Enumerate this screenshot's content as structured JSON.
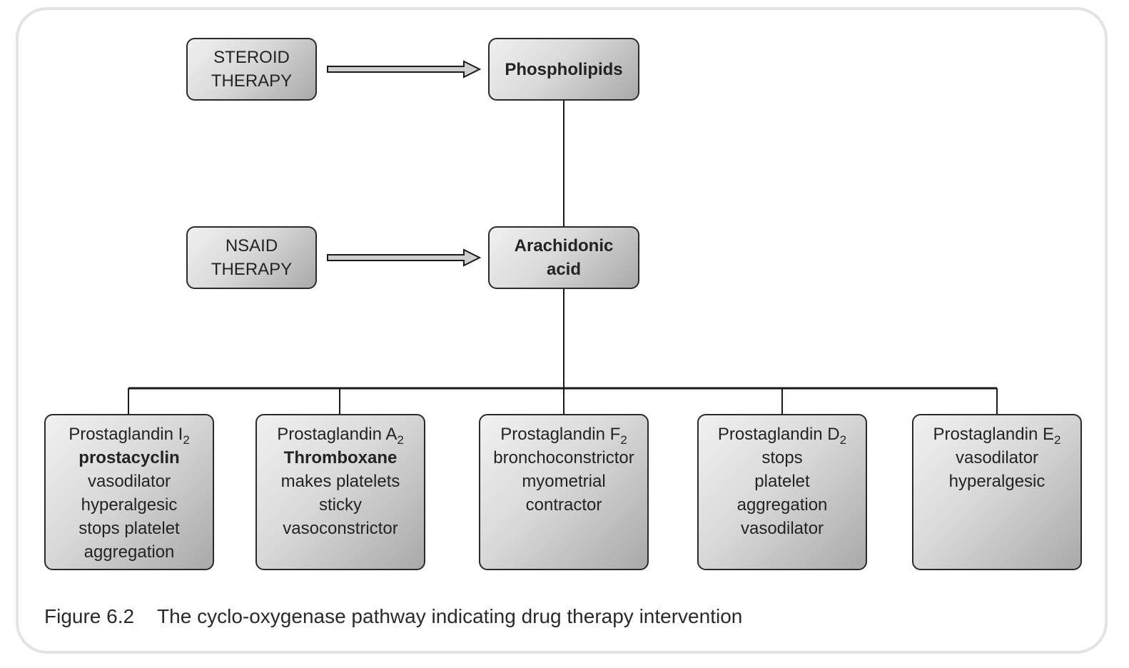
{
  "therapies": {
    "steroid": [
      "STEROID",
      "THERAPY"
    ],
    "nsaid": [
      "NSAID",
      "THERAPY"
    ]
  },
  "nodes": {
    "phospholipids": "Phospholipids",
    "arachidonic": [
      "Arachidonic",
      "acid"
    ]
  },
  "prostaglandins": [
    {
      "name": "Prostaglandin I",
      "sub": "2",
      "bold": "prostacyclin",
      "lines": [
        "vasodilator",
        "hyperalgesic",
        "stops platelet",
        "aggregation"
      ]
    },
    {
      "name": "Prostaglandin A",
      "sub": "2",
      "bold": "Thromboxane",
      "lines": [
        "makes platelets",
        "sticky",
        "vasoconstrictor"
      ]
    },
    {
      "name": "Prostaglandin F",
      "sub": "2",
      "lines": [
        "bronchoconstrictor",
        "myometrial",
        "contractor"
      ]
    },
    {
      "name": "Prostaglandin D",
      "sub": "2",
      "lines": [
        "stops",
        "platelet",
        "aggregation",
        "vasodilator"
      ]
    },
    {
      "name": "Prostaglandin E",
      "sub": "2",
      "lines": [
        "vasodilator",
        "hyperalgesic"
      ]
    }
  ],
  "caption": {
    "label": "Figure 6.2",
    "text": "The cyclo-oxygenase pathway indicating drug therapy intervention"
  },
  "colors": {
    "line": "#1a1a1a",
    "box_light": "#f1f1f1",
    "box_dark": "#a9a9a9",
    "arrow_fill": "#cfcfcf"
  }
}
